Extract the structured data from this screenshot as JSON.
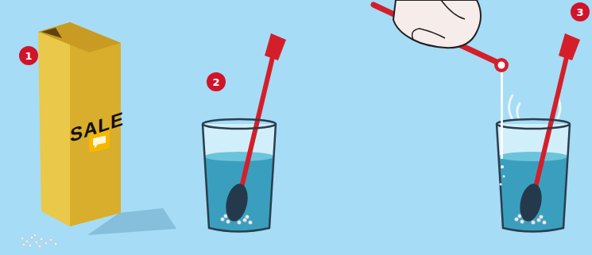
{
  "diagram": {
    "labels": [
      "1",
      "SALE",
      "2",
      "3"
    ]
  }
}
